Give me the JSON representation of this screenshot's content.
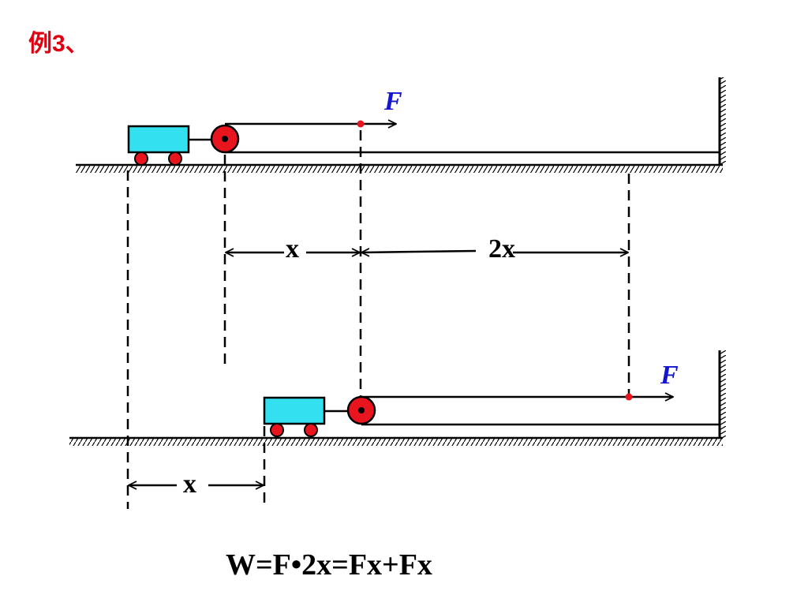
{
  "heading": "例3、",
  "force_label_top": "F",
  "force_label_bottom": "F",
  "dimension_x_top": "x",
  "dimension_2x": "2x",
  "dimension_x_bottom": "x",
  "equation": "W=F•2x=Fx+Fx",
  "colors": {
    "heading": "#e0000f",
    "force_label": "#1515d0",
    "cart_body": "#33e0ef",
    "wheel": "#e8141e",
    "pulley": "#e8141e",
    "point": "#e8141e",
    "ink": "#000000"
  }
}
